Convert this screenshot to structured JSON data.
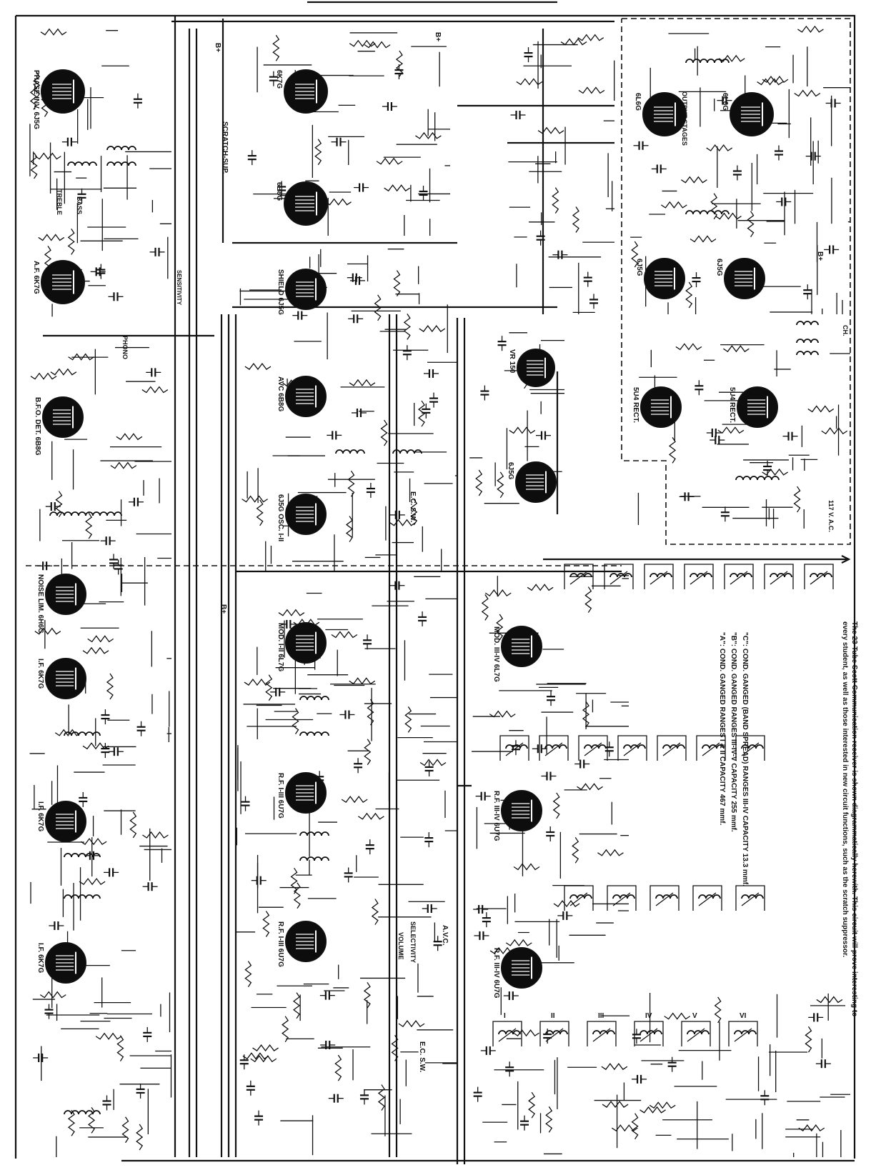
{
  "tubes": [
    {
      "id": "phase-inv",
      "label": "PHASE INV. 6J5G"
    },
    {
      "id": "af",
      "label": "A.F. 6K7G"
    },
    {
      "id": "bfo-det",
      "label": "B.F.O. DET. 6B8G"
    },
    {
      "id": "noise-lim",
      "label": "NOISE LIM. 6H6G"
    },
    {
      "id": "if3",
      "label": "I.F. 6K7G"
    },
    {
      "id": "if2",
      "label": "I.F. 6K7G"
    },
    {
      "id": "if1",
      "label": "I.F. 6K7G"
    },
    {
      "id": "scratch-6k7g",
      "label": "6K7G"
    },
    {
      "id": "scratch-6b8g",
      "label": "6B8G"
    },
    {
      "id": "tuning-meter",
      "label": "SHIELD 6J5G"
    },
    {
      "id": "avc",
      "label": "AVC 6B8G"
    },
    {
      "id": "osc",
      "label": "6J5G OSC. I-II"
    },
    {
      "id": "mod",
      "label": "MOD. I-II 6L7G"
    },
    {
      "id": "rf-mid",
      "label": "R.F. I-III 6U7G"
    },
    {
      "id": "rf-low",
      "label": "R.F. I-III 6U7G"
    },
    {
      "id": "output-l",
      "label": "6L6G"
    },
    {
      "id": "output-r",
      "label": "6L6G"
    },
    {
      "id": "driver-l",
      "label": "6J5G"
    },
    {
      "id": "driver-r",
      "label": "6J5G"
    },
    {
      "id": "vr",
      "label": "VR 150"
    },
    {
      "id": "osc-iii",
      "label": "6J5G"
    },
    {
      "id": "mod-iii",
      "label": "MOD. III-IV 6L7G"
    },
    {
      "id": "rf-iii",
      "label": "R.F. III-IV 6U7G"
    },
    {
      "id": "rf-iv",
      "label": "R.F. III-IV 6U7G"
    },
    {
      "id": "rect-l",
      "label": "5U4 RECT."
    },
    {
      "id": "rect-r",
      "label": "5U4 RECT."
    }
  ],
  "labels": {
    "scratch": "SCRATCH-SUP.",
    "bplus": "B+",
    "output_stages": "OUTPUT STAGES",
    "avc": "A.V.C.",
    "selectivity": "SELECTIVITY",
    "ec_sw": "E.C. S.W.",
    "volume": "VOLUME",
    "treble": "TREBLE",
    "bass": "BASS",
    "phono": "PHONO",
    "sensitivity": "SENSITIVITY",
    "mains": "117 V. A.C.",
    "ch": "CH."
  },
  "cond_notes": [
    "\"A\": COND. GANGED RANGES I & II CAPACITY 467 mmf.",
    "\"B\": COND. GANGED RANGES III-IV-V CAPACITY 255 mmf.",
    "\"C\": COND. GANGED (BAND SPREAD) RANGES III-IV CAPACITY 13.3 mmf."
  ],
  "caption": "The 23-Tube Scott Communication receiver is shown diagrammatically herewith. This circuit will prove interesting to every student, as well as those interested in new circuit functions, such as the scratch suppressor.",
  "roman": [
    "I",
    "II",
    "III",
    "IV",
    "V",
    "VI"
  ]
}
